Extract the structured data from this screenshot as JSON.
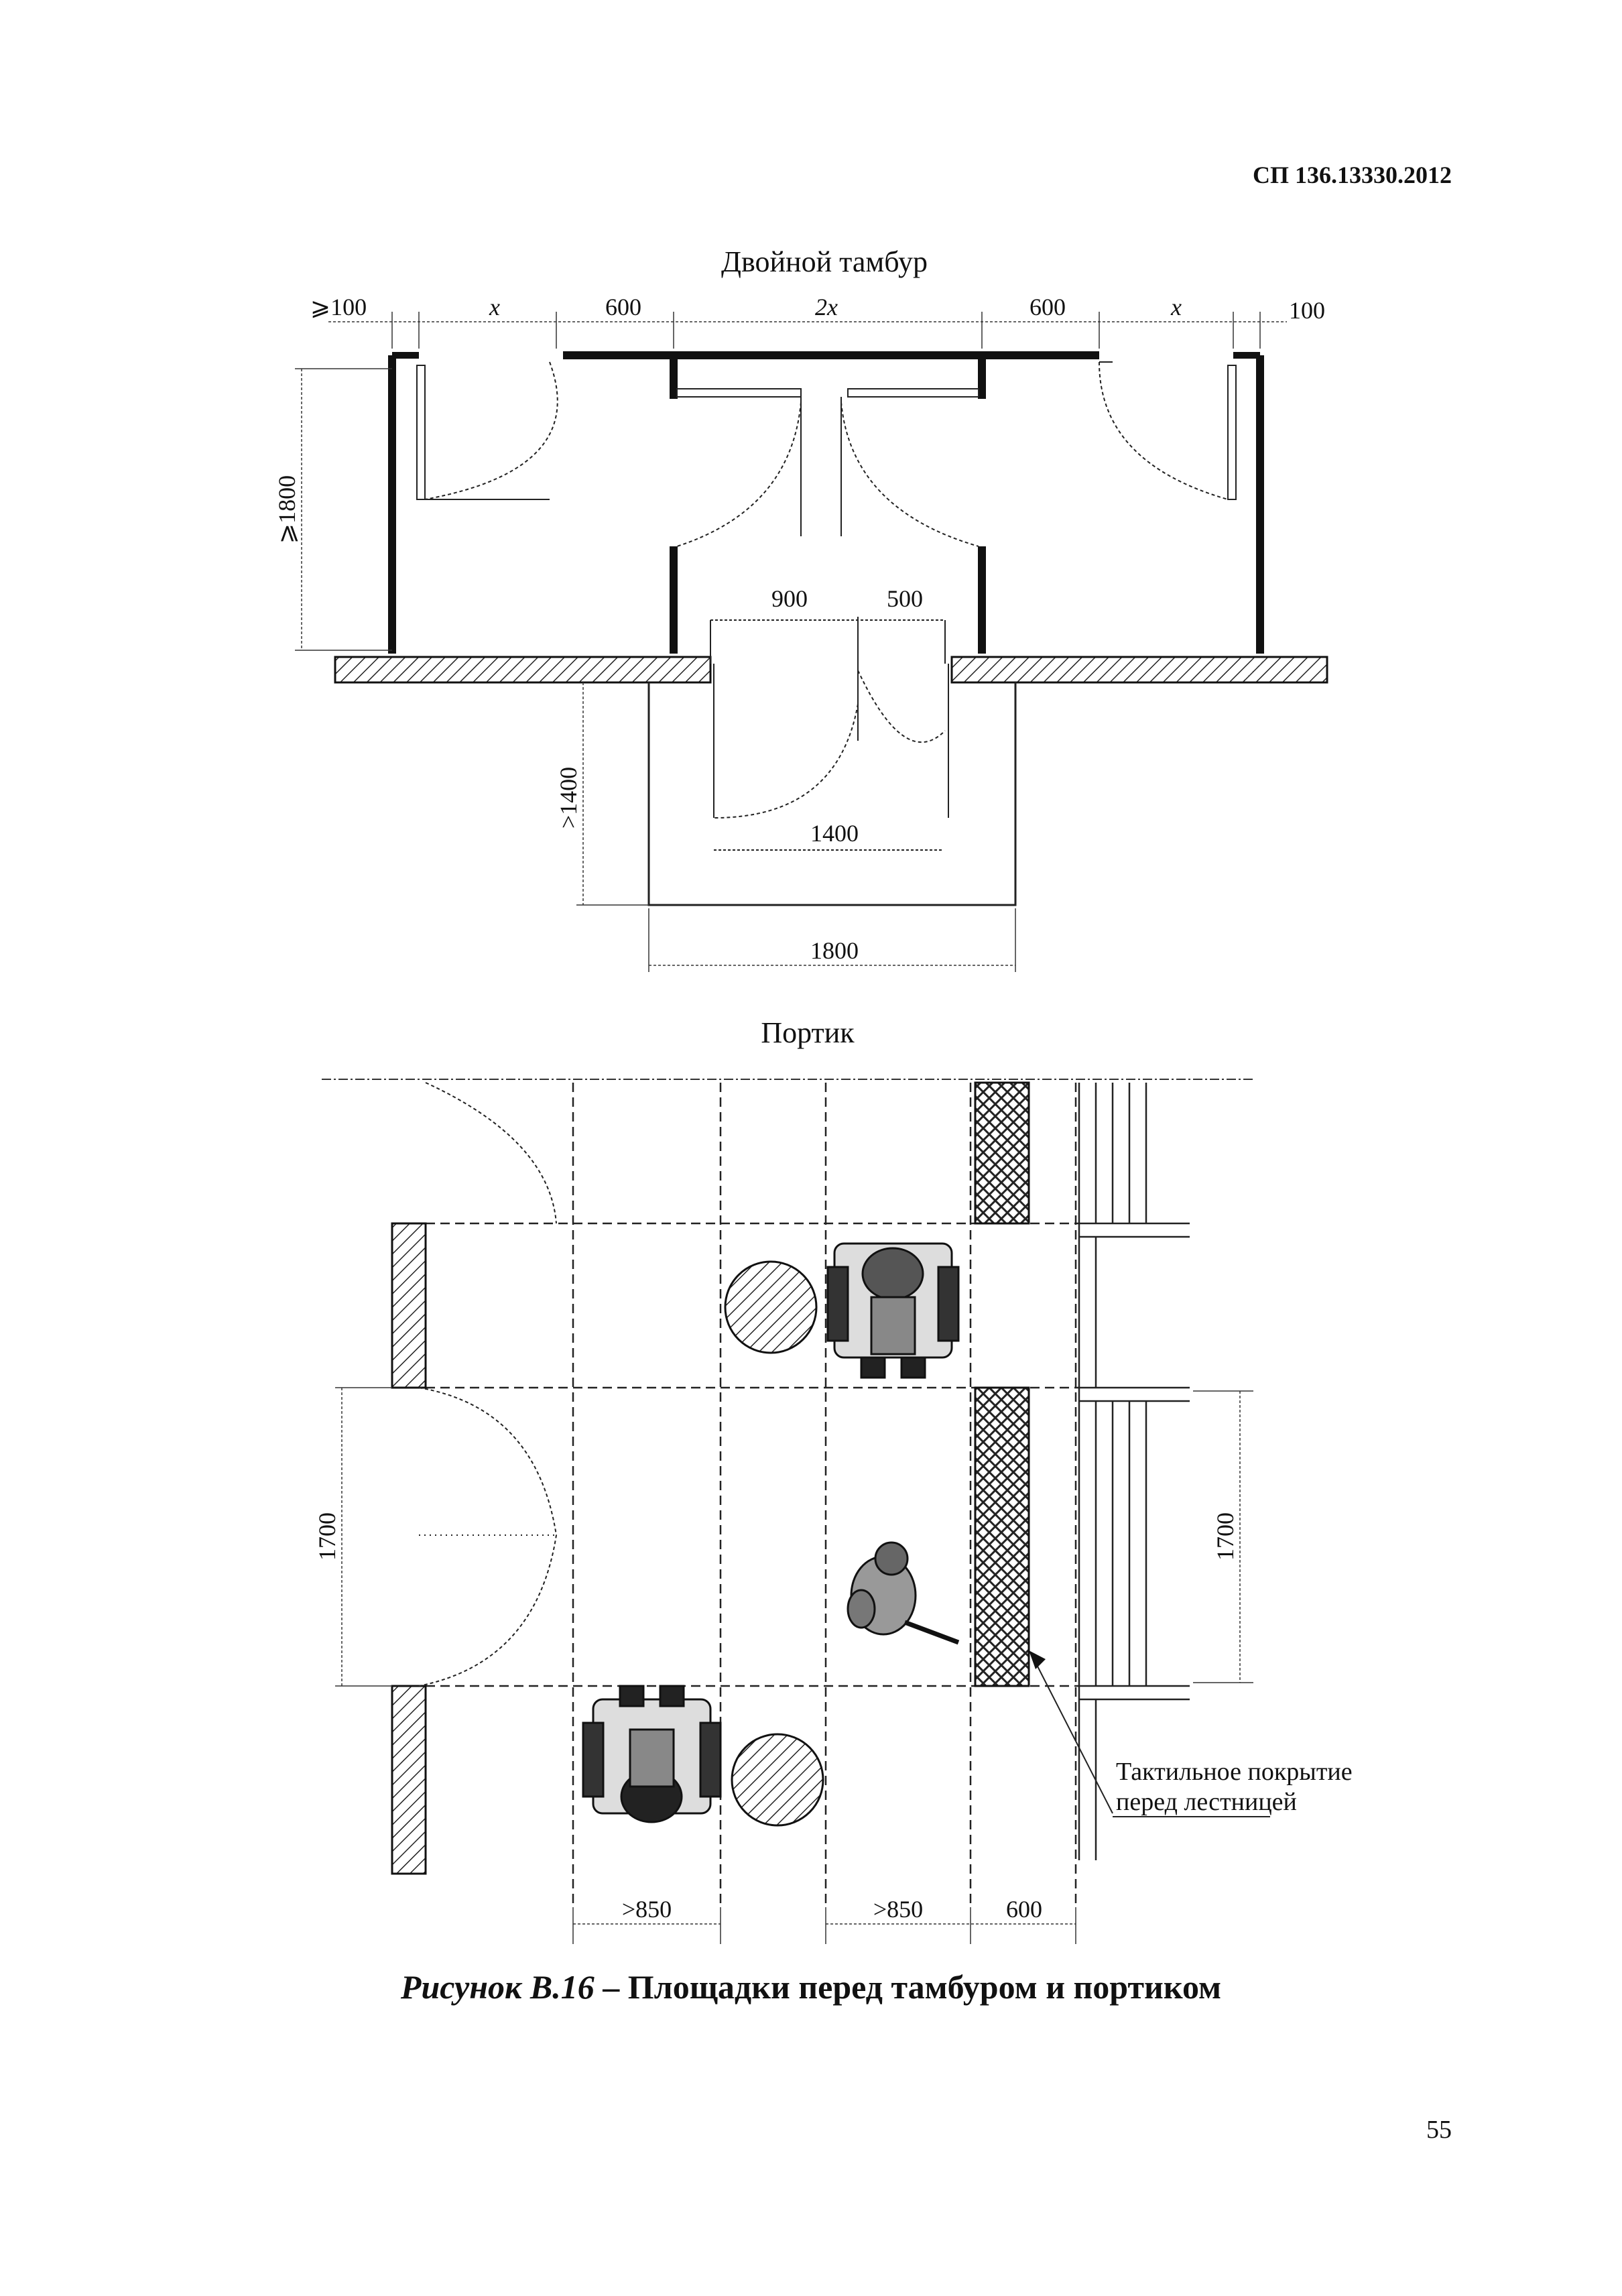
{
  "header": {
    "doc_code": "СП 136.13330.2012"
  },
  "figure_top": {
    "title": "Двойной тамбур",
    "dims": {
      "left_edge": "⩾100",
      "x_left": "x",
      "d600_left": "600",
      "two_x": "2x",
      "d600_right": "600",
      "x_right": "x",
      "right_edge": "100",
      "height": "⩾1800",
      "d900": "900",
      "d500": "500",
      "d1400_vert": ">1400",
      "d1400_horiz": "1400",
      "d1800": "1800"
    }
  },
  "figure_bottom": {
    "title": "Портик",
    "dims": {
      "left_1700": "1700",
      "right_1700": "1700",
      "w850_a": ">850",
      "w850_b": ">850",
      "w600": "600"
    },
    "note_line1": "Тактильное покрытие",
    "note_line2": "перед лестницей"
  },
  "caption": {
    "label": "Рисунок В.16",
    "dash": " – ",
    "text": "Площадки перед тамбуром и портиком"
  },
  "footer": {
    "page_number": "55"
  }
}
